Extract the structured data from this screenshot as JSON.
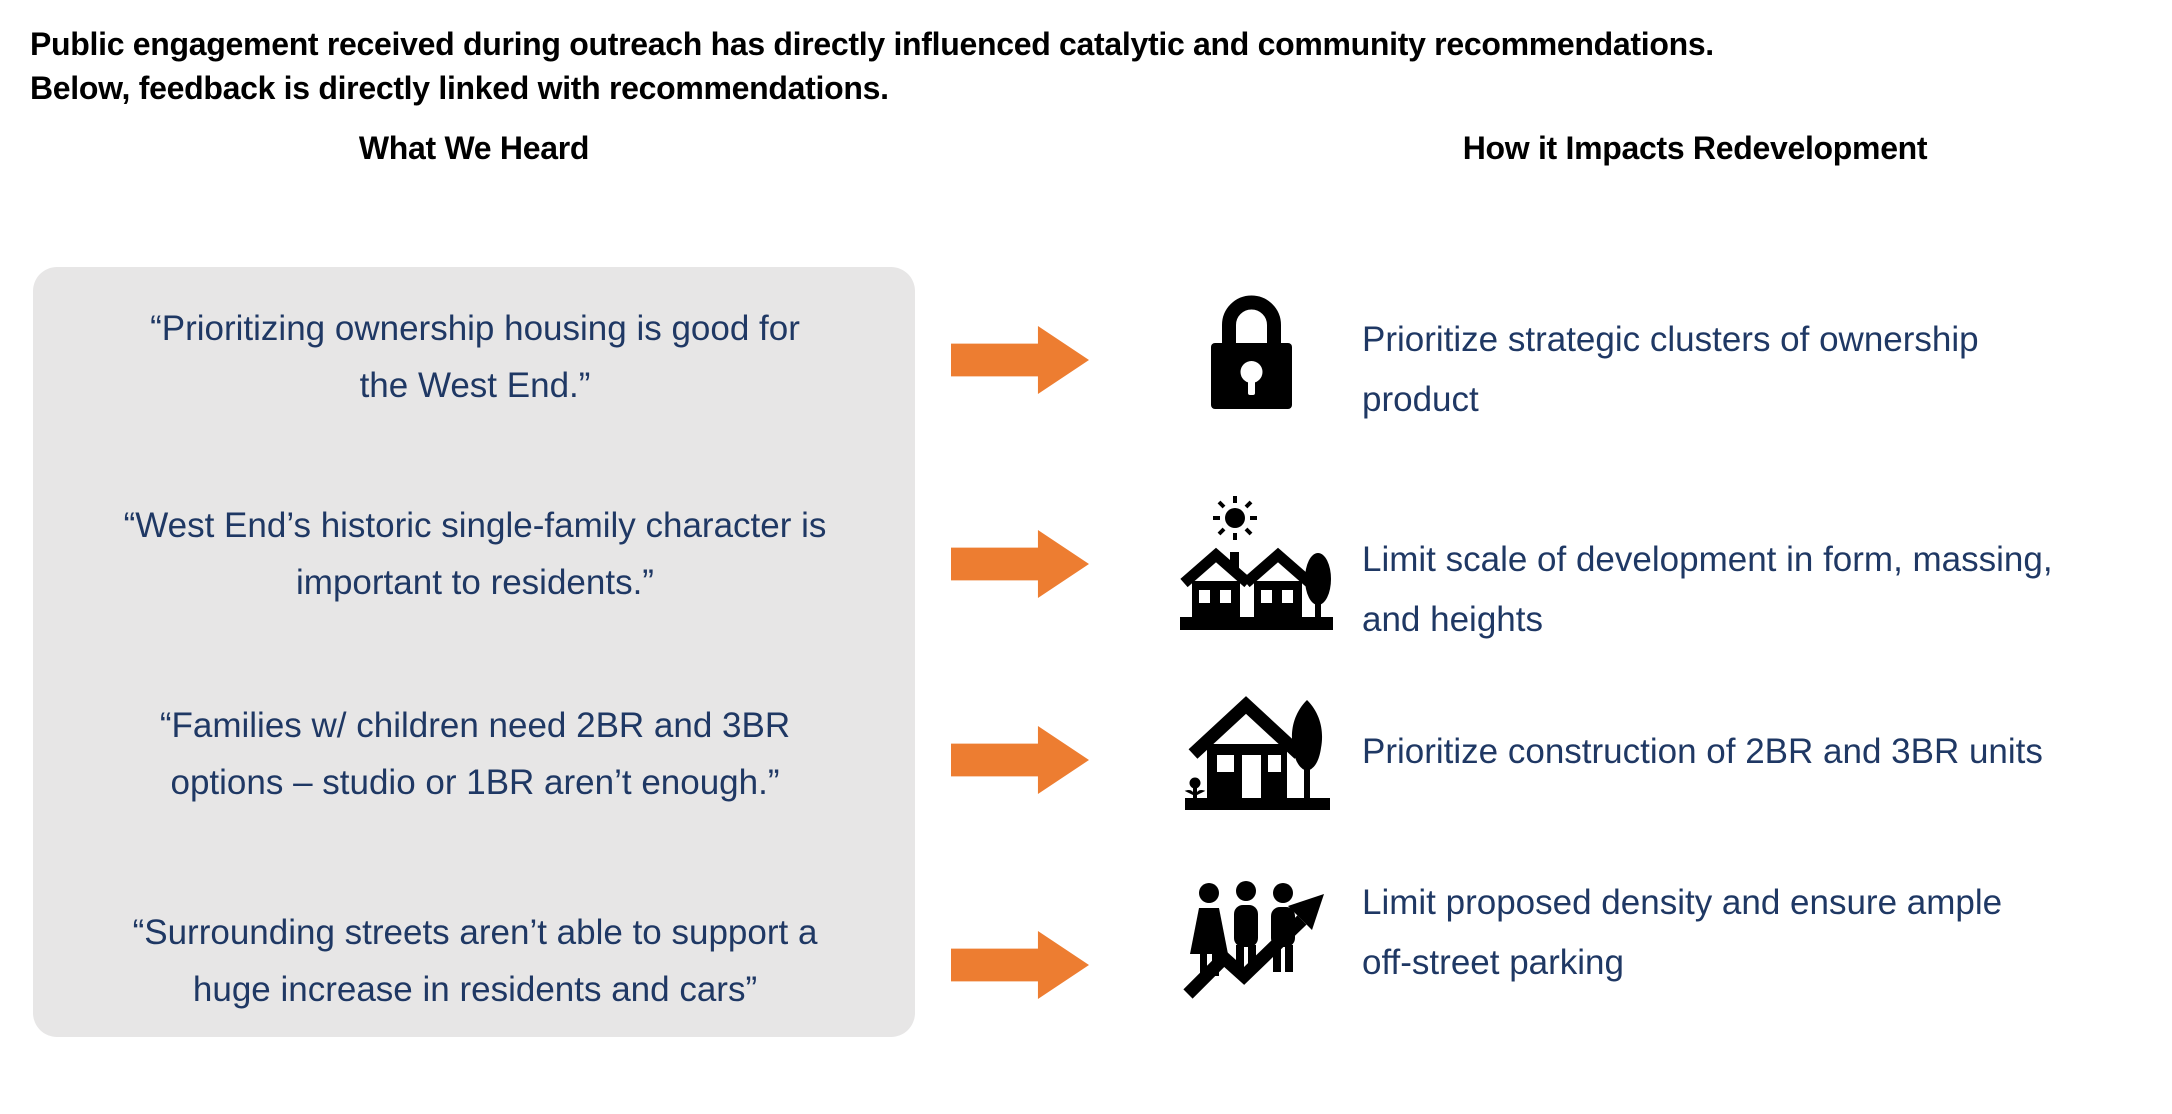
{
  "intro": {
    "line1": "Public engagement received during outreach has directly influenced catalytic and community recommendations.",
    "line2": "Below, feedback is directly linked with recommendations."
  },
  "columns": {
    "left_header": "What We Heard",
    "right_header": "How it Impacts Redevelopment"
  },
  "rows": [
    {
      "quote": "“Prioritizing ownership housing is good for\nthe West End.”",
      "icon": "lock-icon",
      "recommendation": "Prioritize strategic clusters of ownership\nproduct"
    },
    {
      "quote": "“West End’s historic single-family character is\nimportant to residents.”",
      "icon": "neighborhood-icon",
      "recommendation": "Limit scale of development in form, massing,\nand heights"
    },
    {
      "quote": "“Families w/ children need 2BR and 3BR\noptions – studio or 1BR aren’t enough.”",
      "icon": "house-icon",
      "recommendation": "Prioritize construction of 2BR and 3BR units"
    },
    {
      "quote": "“Surrounding streets aren’t able to support a\nhuge increase in residents and cars”",
      "icon": "population-growth-icon",
      "recommendation": "Limit proposed density and ensure ample\noff-street parking"
    }
  ],
  "colors": {
    "accent_orange": "#ED7D31",
    "text_navy": "#1F3864",
    "quote_box_gray": "#E7E6E6",
    "icon_black": "#000000"
  }
}
